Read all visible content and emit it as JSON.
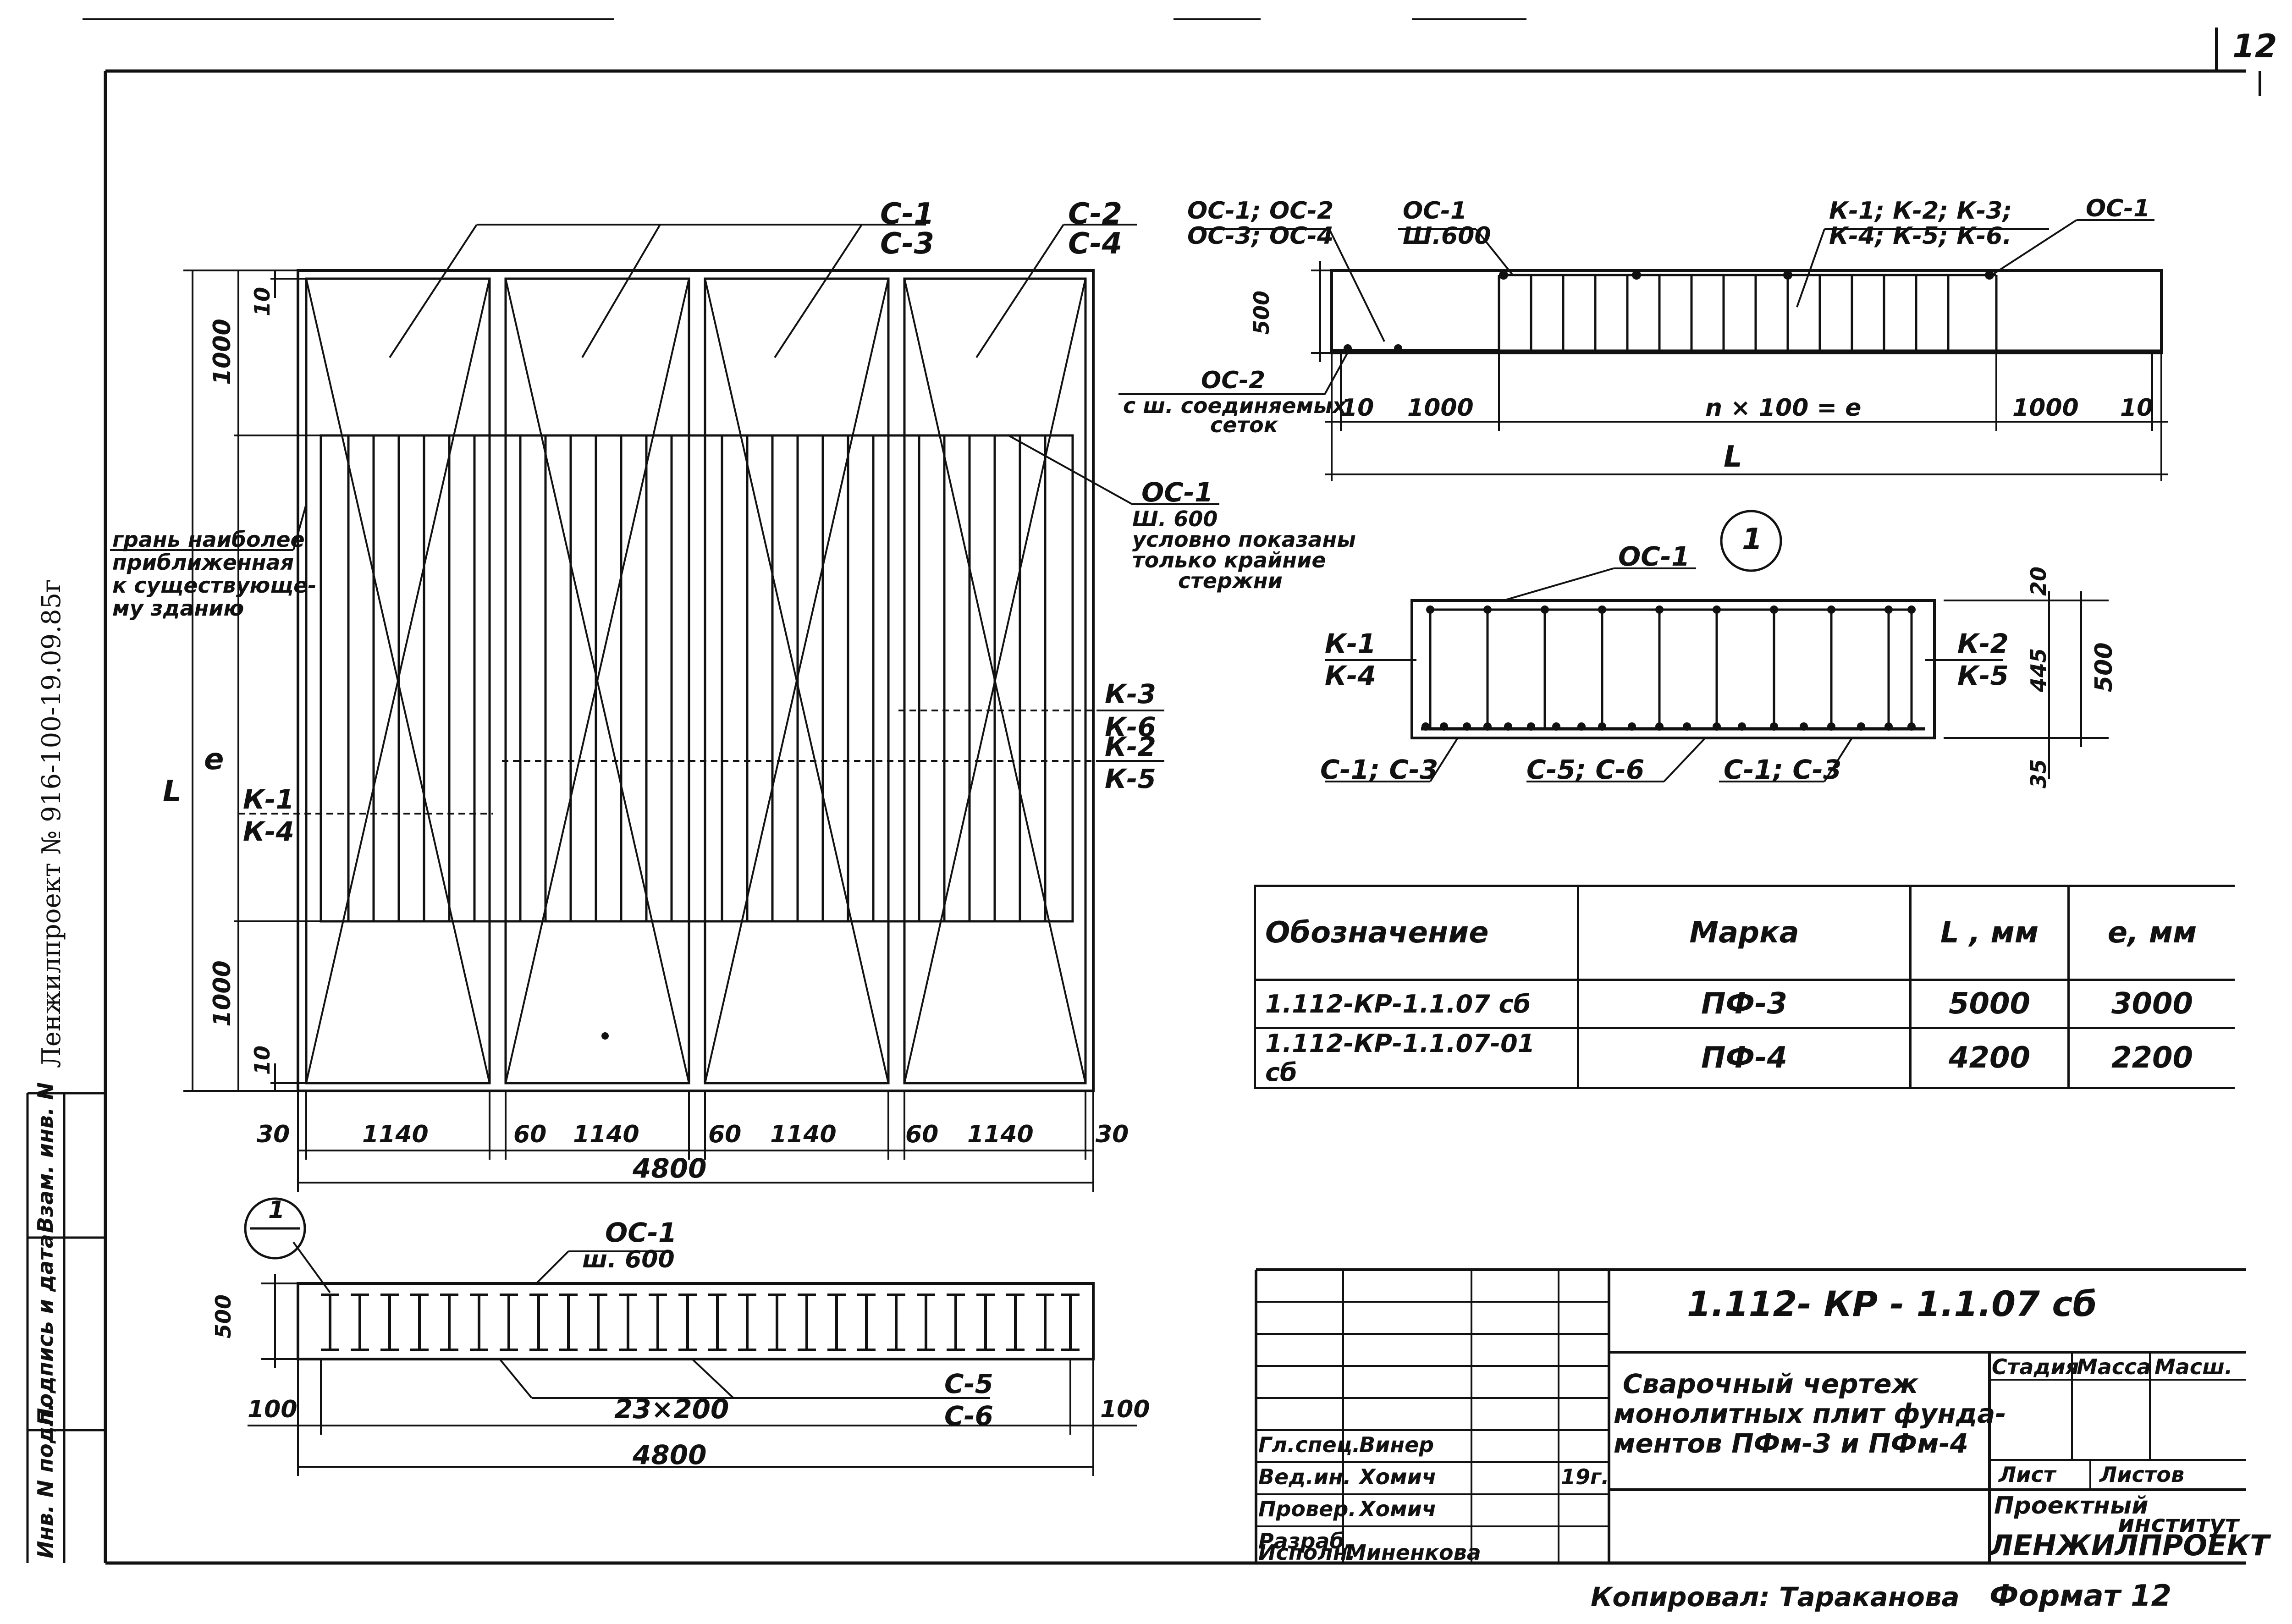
{
  "sheet_number": "12",
  "side_text": "Ленжилпроект № 916-100-19.09.85г",
  "plan": {
    "mesh_labels": [
      [
        "С-1",
        "С-3"
      ],
      [
        "С-2",
        "С-4"
      ]
    ],
    "os1_label": "ОС-1",
    "os1_note": [
      "Ш. 600",
      "условно показаны",
      "только крайние",
      "стержни"
    ],
    "face_note": [
      "грань наиболее",
      "приближенная",
      "к существующе-",
      "му зданию"
    ],
    "k_left": [
      "К-1",
      "К-4"
    ],
    "k_right_top": [
      "К-3",
      "К-6"
    ],
    "k_right_mid": [
      "К-2",
      "К-5"
    ],
    "dim_L": "L",
    "dim_e": "e",
    "dim_1000_top": "1000",
    "dim_1000_bot": "1000",
    "dim_10_top": "10",
    "dim_10_bot": "10",
    "bottom_dims": [
      "30",
      "1140",
      "60",
      "1140",
      "60",
      "1140",
      "60",
      "1140",
      "30"
    ],
    "total": "4800"
  },
  "section_top": {
    "labels": {
      "os1_os2": "ОС-1; ОС-2",
      "os3_os4": "ОС-3; ОС-4",
      "os1_mid": "ОС-1",
      "sh600": "Ш.600",
      "k_list1": "К-1; К-2; К-3;",
      "k_list2": "К-4; К-5; К-6.",
      "os1_right": "ОС-1"
    },
    "os2_note": [
      "ОС-2",
      "с ш. соединяемых",
      "сеток"
    ],
    "height": "500",
    "dims": [
      "10",
      "1000",
      "n × 100 = e",
      "1000",
      "10"
    ],
    "total": "L"
  },
  "section1": {
    "marker": "1",
    "os1": "ОС-1",
    "k_left": [
      "К-1",
      "К-4"
    ],
    "k_right": [
      "К-2",
      "К-5"
    ],
    "bottom_labels": [
      "С-1; С-3",
      "С-5; С-6",
      "С-1; С-3"
    ],
    "dims_right": [
      "20",
      "445",
      "500",
      "35"
    ]
  },
  "elevation": {
    "marker": "1",
    "os1": "ОС-1",
    "sh600": "ш. 600",
    "c_labels": [
      "С-5",
      "С-6"
    ],
    "height": "500",
    "dims": [
      "100",
      "23×200",
      "100"
    ],
    "total": "4800"
  },
  "spec_table": {
    "headers": [
      "Обозначение",
      "Марка",
      "L , мм",
      "e, мм"
    ],
    "rows": [
      [
        "1.112-КР-1.1.07 сб",
        "ПФ-3",
        "5000",
        "3000"
      ],
      [
        "1.112-КР-1.1.07-01 сб",
        "ПФ-4",
        "4200",
        "2200"
      ]
    ]
  },
  "title_block": {
    "code": "1.112- КР - 1.1.07 сб",
    "title": [
      "Сварочный чертеж",
      "монолитных плит фунда-",
      "ментов ПФм-3 и ПФм-4"
    ],
    "stage_headers": [
      "Стадия",
      "Масса",
      "Масш."
    ],
    "sheet_label": "Лист",
    "sheets_label": "Листов",
    "institute": [
      "Проектный",
      "институт",
      "ЛЕНЖИЛПРОЕКТ"
    ],
    "roles": [
      {
        "role": "Гл.спец.",
        "name": "Винер",
        "date": ""
      },
      {
        "role": "Вед.ин.",
        "name": "Хомич",
        "date": "19г."
      },
      {
        "role": "Провер.",
        "name": "Хомич",
        "date": ""
      },
      {
        "role": "Разраб.",
        "name": "",
        "date": ""
      },
      {
        "role": "Исполн.",
        "name": "Миненкова",
        "date": ""
      }
    ],
    "left_stamp": [
      "Инв. N подл.",
      "Подпись и дата",
      "Взам. инв. N"
    ]
  },
  "footer": {
    "copied": "Копировал: Тараканова",
    "format": "Формат 12"
  }
}
